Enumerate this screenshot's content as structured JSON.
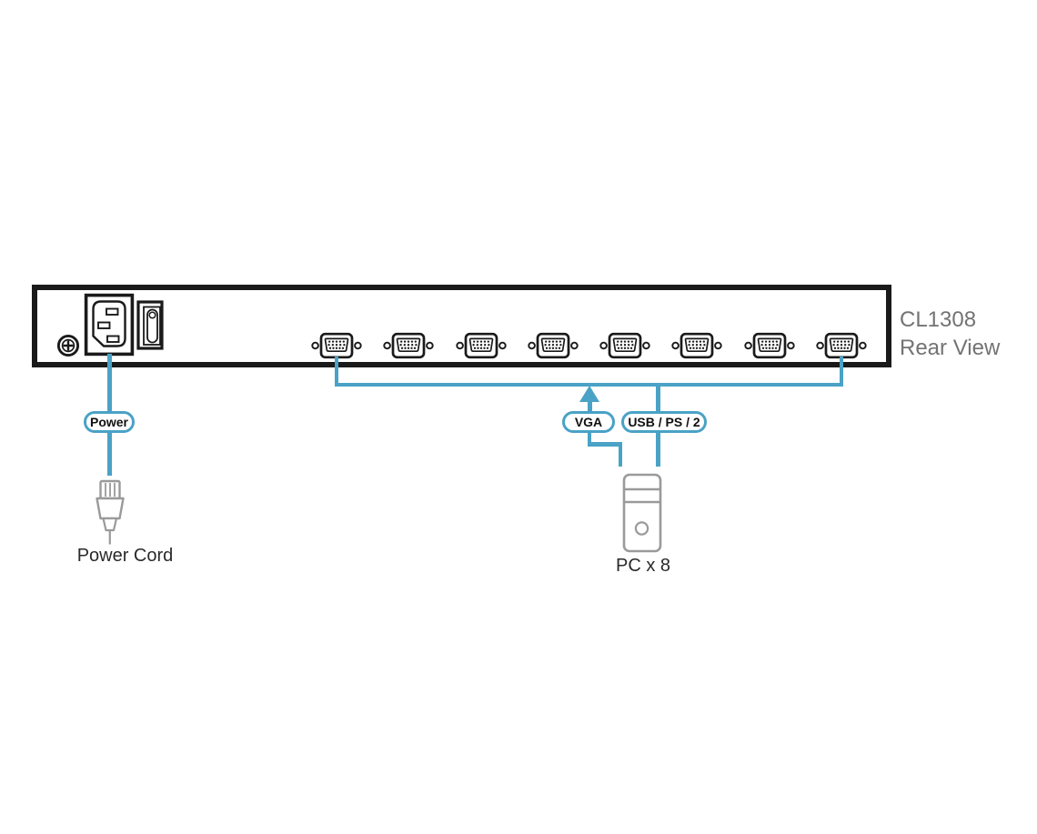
{
  "diagram": {
    "title": {
      "model": "CL1308",
      "view": "Rear View"
    },
    "panel": {
      "ports": {
        "type": "VGA",
        "count": 8
      },
      "components": [
        "grounding screw",
        "power socket",
        "power switch",
        "vga port row"
      ]
    },
    "callouts": {
      "power": "Power",
      "vga": "VGA",
      "usb_ps2": "USB / PS / 2"
    },
    "captions": {
      "power_cord": "Power Cord",
      "pc": "PC x 8"
    },
    "colors": {
      "connector_blue": "#4aa2c6",
      "outline_black": "#1a1a1a",
      "device_gray": "#9a9a9a",
      "title_gray": "#737373"
    }
  }
}
